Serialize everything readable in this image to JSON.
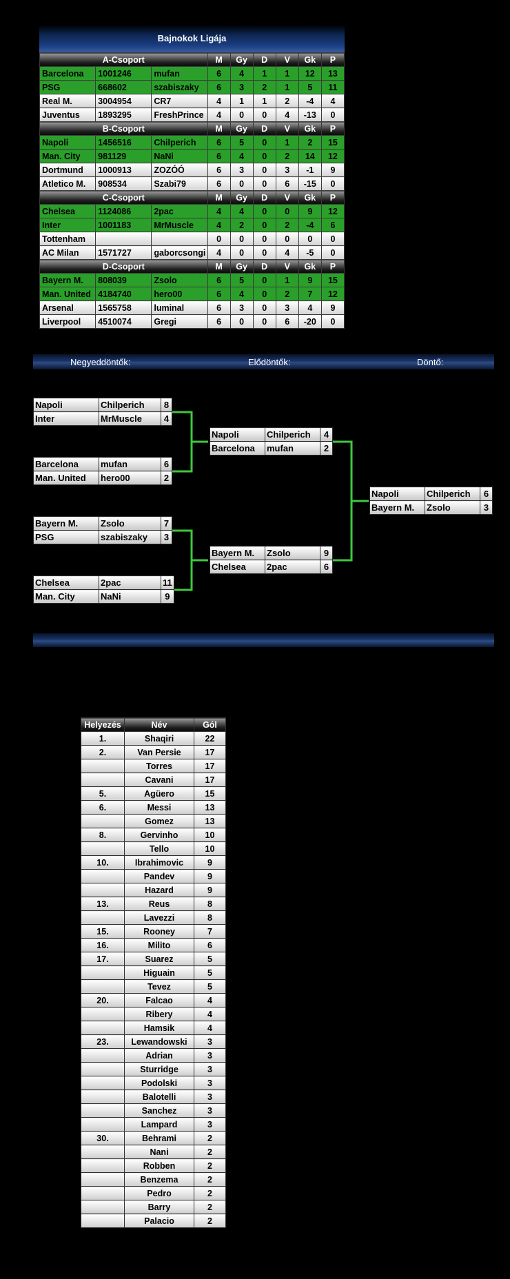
{
  "title": "Bajnokok Ligája",
  "columns": [
    "M",
    "Gy",
    "D",
    "V",
    "Gk",
    "P"
  ],
  "groups": [
    {
      "name": "A-Csoport",
      "rows": [
        {
          "club": "Barcelona",
          "id": "1001246",
          "user": "mufan",
          "m": "6",
          "gy": "4",
          "d": "1",
          "v": "1",
          "gk": "12",
          "p": "13",
          "highlight": true
        },
        {
          "club": "PSG",
          "id": "668602",
          "user": "szabiszaky",
          "m": "6",
          "gy": "3",
          "d": "2",
          "v": "1",
          "gk": "5",
          "p": "11",
          "highlight": true
        },
        {
          "club": "Real M.",
          "id": "3004954",
          "user": "CR7",
          "m": "4",
          "gy": "1",
          "d": "1",
          "v": "2",
          "gk": "-4",
          "p": "4",
          "highlight": false
        },
        {
          "club": "Juventus",
          "id": "1893295",
          "user": "FreshPrince",
          "m": "4",
          "gy": "0",
          "d": "0",
          "v": "4",
          "gk": "-13",
          "p": "0",
          "highlight": false
        }
      ]
    },
    {
      "name": "B-Csoport",
      "rows": [
        {
          "club": "Napoli",
          "id": "1456516",
          "user": "Chilperich",
          "m": "6",
          "gy": "5",
          "d": "0",
          "v": "1",
          "gk": "2",
          "p": "15",
          "highlight": true
        },
        {
          "club": "Man. City",
          "id": "981129",
          "user": "NaNi",
          "m": "6",
          "gy": "4",
          "d": "0",
          "v": "2",
          "gk": "14",
          "p": "12",
          "highlight": true
        },
        {
          "club": "Dortmund",
          "id": "1000913",
          "user": "ZOZÓÓ",
          "m": "6",
          "gy": "3",
          "d": "0",
          "v": "3",
          "gk": "-1",
          "p": "9",
          "highlight": false
        },
        {
          "club": "Atletico M.",
          "id": "908534",
          "user": "Szabi79",
          "m": "6",
          "gy": "0",
          "d": "0",
          "v": "6",
          "gk": "-15",
          "p": "0",
          "highlight": false
        }
      ]
    },
    {
      "name": "C-Csoport",
      "rows": [
        {
          "club": "Chelsea",
          "id": "1124086",
          "user": "2pac",
          "m": "4",
          "gy": "4",
          "d": "0",
          "v": "0",
          "gk": "9",
          "p": "12",
          "highlight": true
        },
        {
          "club": "Inter",
          "id": "1001183",
          "user": "MrMuscle",
          "m": "4",
          "gy": "2",
          "d": "0",
          "v": "2",
          "gk": "-4",
          "p": "6",
          "highlight": true
        },
        {
          "club": "Tottenham",
          "id": "",
          "user": "",
          "m": "0",
          "gy": "0",
          "d": "0",
          "v": "0",
          "gk": "0",
          "p": "0",
          "highlight": false
        },
        {
          "club": "AC Milan",
          "id": "1571727",
          "user": "gaborcsongi",
          "m": "4",
          "gy": "0",
          "d": "0",
          "v": "4",
          "gk": "-5",
          "p": "0",
          "highlight": false
        }
      ]
    },
    {
      "name": "D-Csoport",
      "rows": [
        {
          "club": "Bayern M.",
          "id": "808039",
          "user": "Zsolo",
          "m": "6",
          "gy": "5",
          "d": "0",
          "v": "1",
          "gk": "9",
          "p": "15",
          "highlight": true
        },
        {
          "club": "Man. United",
          "id": "4184740",
          "user": "hero00",
          "m": "6",
          "gy": "4",
          "d": "0",
          "v": "2",
          "gk": "7",
          "p": "12",
          "highlight": true
        },
        {
          "club": "Arsenal",
          "id": "1565758",
          "user": "luminal",
          "m": "6",
          "gy": "3",
          "d": "0",
          "v": "3",
          "gk": "4",
          "p": "9",
          "highlight": false
        },
        {
          "club": "Liverpool",
          "id": "4510074",
          "user": "Gregi",
          "m": "6",
          "gy": "0",
          "d": "0",
          "v": "6",
          "gk": "-20",
          "p": "0",
          "highlight": false
        }
      ]
    }
  ],
  "knockout": {
    "labels": {
      "quarter": "Negyeddöntők:",
      "semi": "Elődöntők:",
      "final": "Döntő:"
    },
    "quarterfinals": [
      [
        {
          "club": "Napoli",
          "user": "Chilperich",
          "score": "8"
        },
        {
          "club": "Inter",
          "user": "MrMuscle",
          "score": "4"
        }
      ],
      [
        {
          "club": "Barcelona",
          "user": "mufan",
          "score": "6"
        },
        {
          "club": "Man. United",
          "user": "hero00",
          "score": "2"
        }
      ],
      [
        {
          "club": "Bayern M.",
          "user": "Zsolo",
          "score": "7"
        },
        {
          "club": "PSG",
          "user": "szabiszaky",
          "score": "3"
        }
      ],
      [
        {
          "club": "Chelsea",
          "user": "2pac",
          "score": "11"
        },
        {
          "club": "Man. City",
          "user": "NaNi",
          "score": "9"
        }
      ]
    ],
    "semifinals": [
      [
        {
          "club": "Napoli",
          "user": "Chilperich",
          "score": "4"
        },
        {
          "club": "Barcelona",
          "user": "mufan",
          "score": "2"
        }
      ],
      [
        {
          "club": "Bayern M.",
          "user": "Zsolo",
          "score": "9"
        },
        {
          "club": "Chelsea",
          "user": "2pac",
          "score": "6"
        }
      ]
    ],
    "final": [
      [
        {
          "club": "Napoli",
          "user": "Chilperich",
          "score": "6"
        },
        {
          "club": "Bayern M.",
          "user": "Zsolo",
          "score": "3"
        }
      ]
    ]
  },
  "scorers": {
    "headers": [
      "Helyezés",
      "Név",
      "Gól"
    ],
    "rows": [
      [
        "1.",
        "Shaqiri",
        "22"
      ],
      [
        "2.",
        "Van Persie",
        "17"
      ],
      [
        "",
        "Torres",
        "17"
      ],
      [
        "",
        "Cavani",
        "17"
      ],
      [
        "5.",
        "Agüero",
        "15"
      ],
      [
        "6.",
        "Messi",
        "13"
      ],
      [
        "",
        "Gomez",
        "13"
      ],
      [
        "8.",
        "Gervinho",
        "10"
      ],
      [
        "",
        "Tello",
        "10"
      ],
      [
        "10.",
        "Ibrahimovic",
        "9"
      ],
      [
        "",
        "Pandev",
        "9"
      ],
      [
        "",
        "Hazard",
        "9"
      ],
      [
        "13.",
        "Reus",
        "8"
      ],
      [
        "",
        "Lavezzi",
        "8"
      ],
      [
        "15.",
        "Rooney",
        "7"
      ],
      [
        "16.",
        "Milito",
        "6"
      ],
      [
        "17.",
        "Suarez",
        "5"
      ],
      [
        "",
        "Higuain",
        "5"
      ],
      [
        "",
        "Tevez",
        "5"
      ],
      [
        "20.",
        "Falcao",
        "4"
      ],
      [
        "",
        "Ribery",
        "4"
      ],
      [
        "",
        "Hamsik",
        "4"
      ],
      [
        "23.",
        "Lewandowski",
        "3"
      ],
      [
        "",
        "Adrian",
        "3"
      ],
      [
        "",
        "Sturridge",
        "3"
      ],
      [
        "",
        "Podolski",
        "3"
      ],
      [
        "",
        "Balotelli",
        "3"
      ],
      [
        "",
        "Sanchez",
        "3"
      ],
      [
        "",
        "Lampard",
        "3"
      ],
      [
        "30.",
        "Behrami",
        "2"
      ],
      [
        "",
        "Nani",
        "2"
      ],
      [
        "",
        "Robben",
        "2"
      ],
      [
        "",
        "Benzema",
        "2"
      ],
      [
        "",
        "Pedro",
        "2"
      ],
      [
        "",
        "Barry",
        "2"
      ],
      [
        "",
        "Palacio",
        "2"
      ]
    ]
  },
  "colors": {
    "highlight": "#2aa02a",
    "bracket_line": "#3ec83e",
    "banner": "#1a3e82"
  }
}
